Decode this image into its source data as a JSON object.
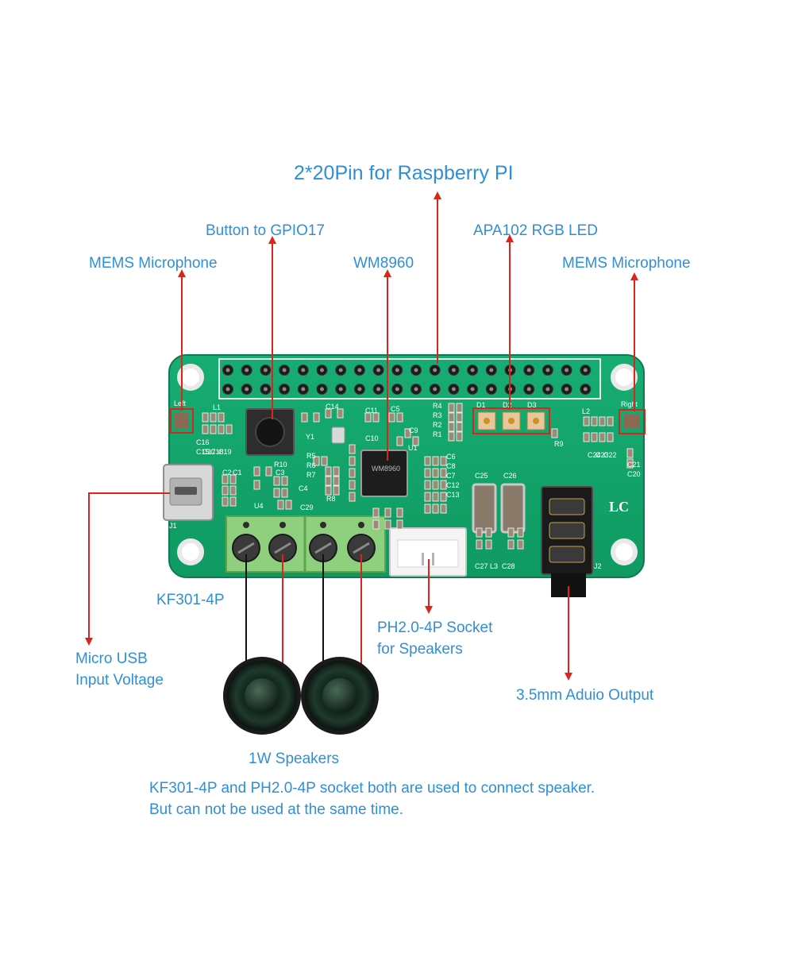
{
  "diagram": {
    "colors": {
      "label": "#2f8fd6",
      "arrow": "#d8261f",
      "board": "#12a36a",
      "board_edge": "#0d7a4f",
      "silk": "#ffffff",
      "pin": "#1c1c1c"
    },
    "labels": {
      "header": "2*20Pin for Raspberry PI",
      "button": "Button to GPIO17",
      "rgb_led": "APA102 RGB LED",
      "mic_left": "MEMS Microphone",
      "codec": "WM8960",
      "mic_right": "MEMS Microphone",
      "terminal": "KF301-4P",
      "usb_line1": "Micro USB",
      "usb_line2": "Input Voltage",
      "ph_socket_line1": "PH2.0-4P Socket",
      "ph_socket_line2": "for Speakers",
      "audio_out": "3.5mm Aduio Output",
      "speakers": "1W Speakers",
      "note_line1": "KF301-4P and PH2.0-4P socket both are used to connect speaker.",
      "note_line2": "But can not be used at the same time."
    },
    "silkscreen": {
      "left": "Left",
      "right": "Right",
      "brand": "LC",
      "chip": "WM8960",
      "refs": [
        "L1",
        "C16",
        "C17",
        "C18",
        "C19",
        "C15",
        "C14",
        "Y1",
        "C11",
        "C5",
        "C10",
        "C9",
        "U1",
        "R4",
        "R3",
        "R2",
        "R1",
        "D1",
        "D2",
        "D3",
        "R9",
        "L2",
        "C24",
        "C23",
        "C22",
        "C21",
        "C20",
        "R10",
        "R5",
        "R6",
        "R7",
        "R8",
        "C3",
        "C4",
        "C2",
        "C1",
        "U4",
        "C29",
        "C6",
        "C8",
        "C7",
        "C12",
        "C13",
        "C25",
        "C26",
        "C27",
        "L3",
        "C28",
        "J1",
        "J2"
      ]
    },
    "components": [
      "MEMS microphone",
      "push button",
      "header pins",
      "RGB LED",
      "codec chip",
      "micro USB",
      "screw terminal",
      "PH2.0 socket",
      "audio jack",
      "speaker"
    ]
  }
}
